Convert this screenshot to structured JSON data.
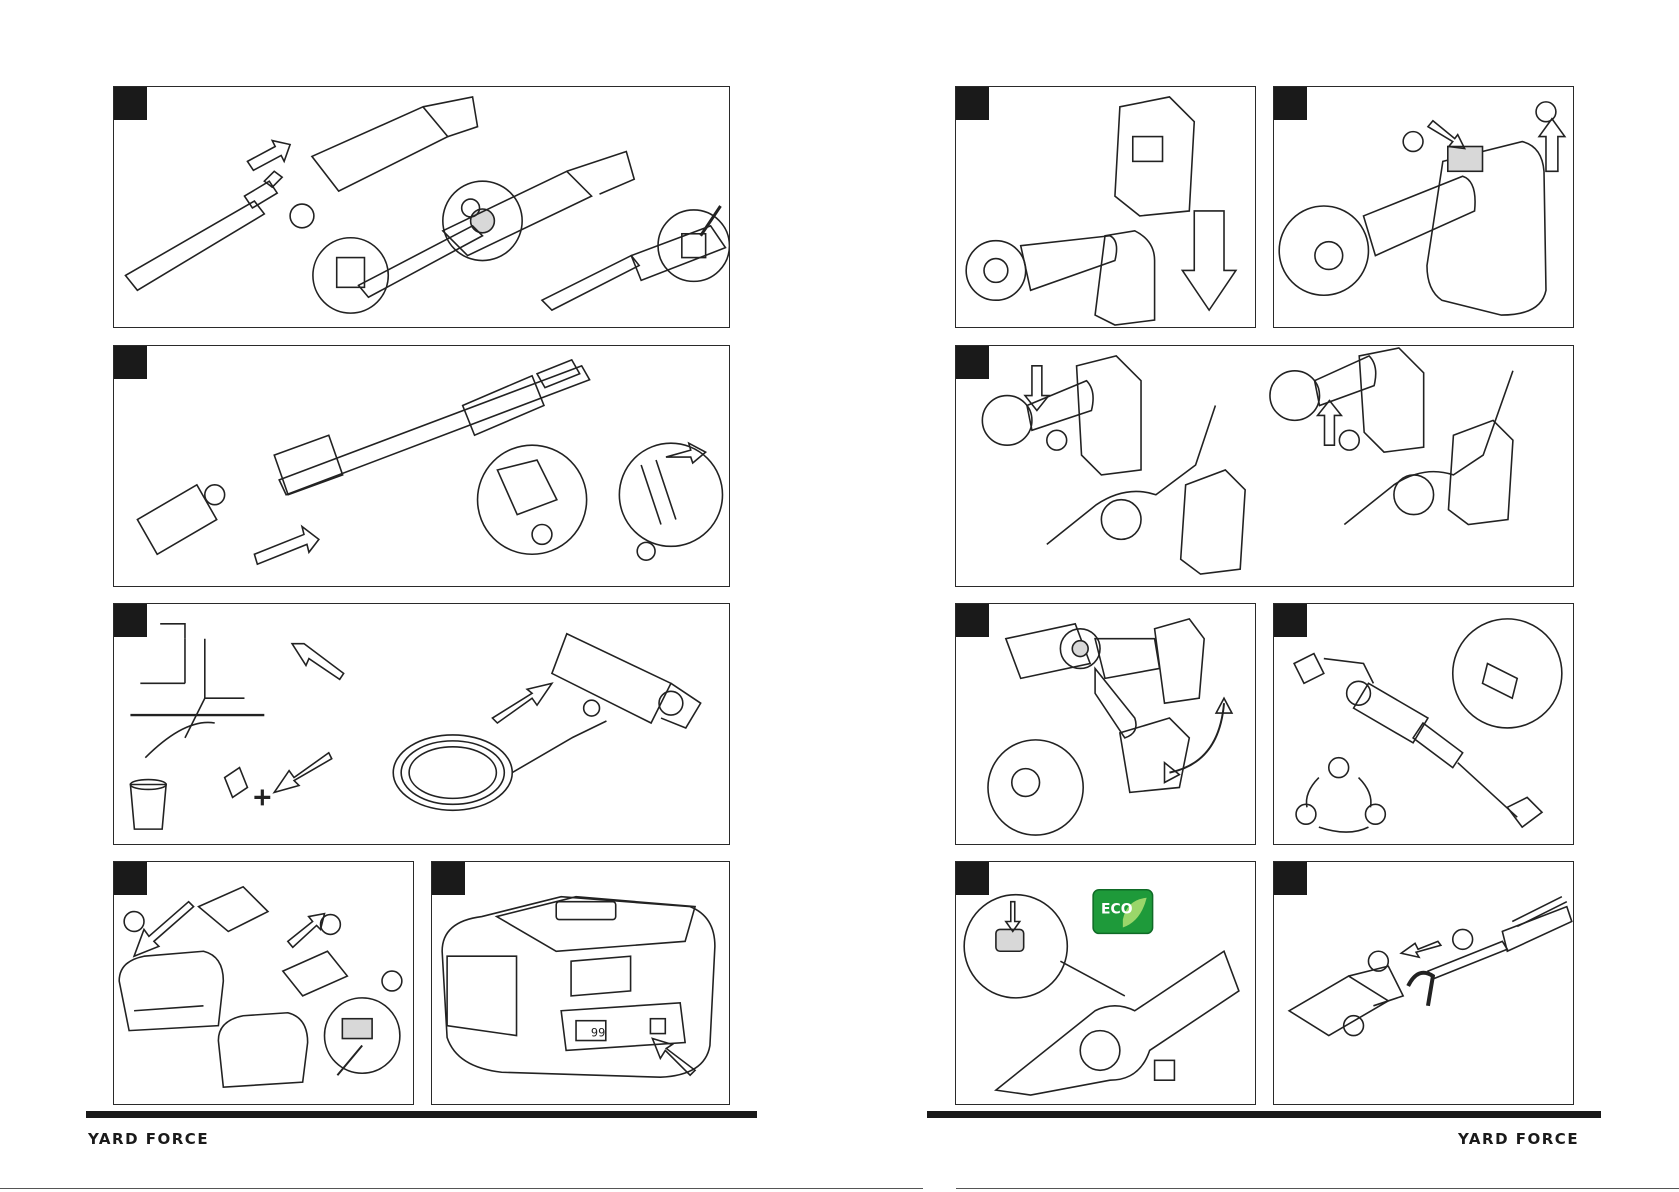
{
  "brand": {
    "left_page": "YARD FORCE",
    "right_page": "YARD FORCE"
  },
  "panels": {
    "p9": {
      "callout": "99"
    },
    "p13": {
      "logo_text": "ECO"
    }
  },
  "colors": {
    "ink": "#1a1a1a",
    "eco_green": "#1e9a3a",
    "gray_fill": "#d8d8d8"
  }
}
